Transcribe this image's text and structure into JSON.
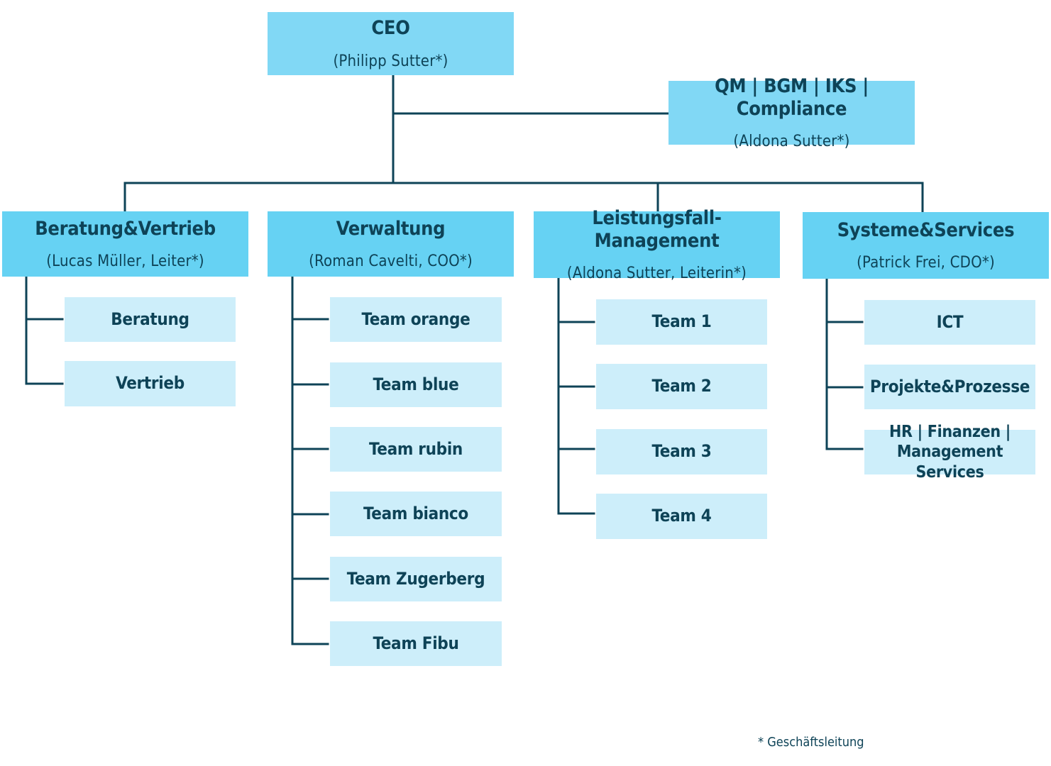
{
  "ceo": {
    "title": "CEO",
    "sub": "(Philipp Sutter*)"
  },
  "staff": {
    "title": "QM | BGM | IKS | Compliance",
    "sub": "(Aldona Sutter*)"
  },
  "departments": [
    {
      "title": "Beratung&Vertrieb",
      "sub": "(Lucas Müller, Leiter*)",
      "teams": [
        "Beratung",
        "Vertrieb"
      ]
    },
    {
      "title": "Verwaltung",
      "sub": "(Roman Cavelti, COO*)",
      "teams": [
        "Team orange",
        "Team blue",
        "Team rubin",
        "Team bianco",
        "Team Zugerberg",
        "Team Fibu"
      ]
    },
    {
      "title": "Leistungsfall-Management",
      "sub": "(Aldona Sutter, Leiterin*)",
      "teams": [
        "Team 1",
        "Team 2",
        "Team 3",
        "Team 4"
      ]
    },
    {
      "title": "Systeme&Services",
      "sub": "(Patrick Frei, CDO*)",
      "teams": [
        "ICT",
        "Projekte&Prozesse",
        "HR | Finanzen |\nManagement Services"
      ]
    }
  ],
  "footnote": "* Geschäftsleitung",
  "colors": {
    "line": "#0e4357",
    "top_box": "#81d8f5",
    "dept_box": "#66d2f3",
    "team_box": "#cdeefa",
    "text": "#0e4357"
  }
}
